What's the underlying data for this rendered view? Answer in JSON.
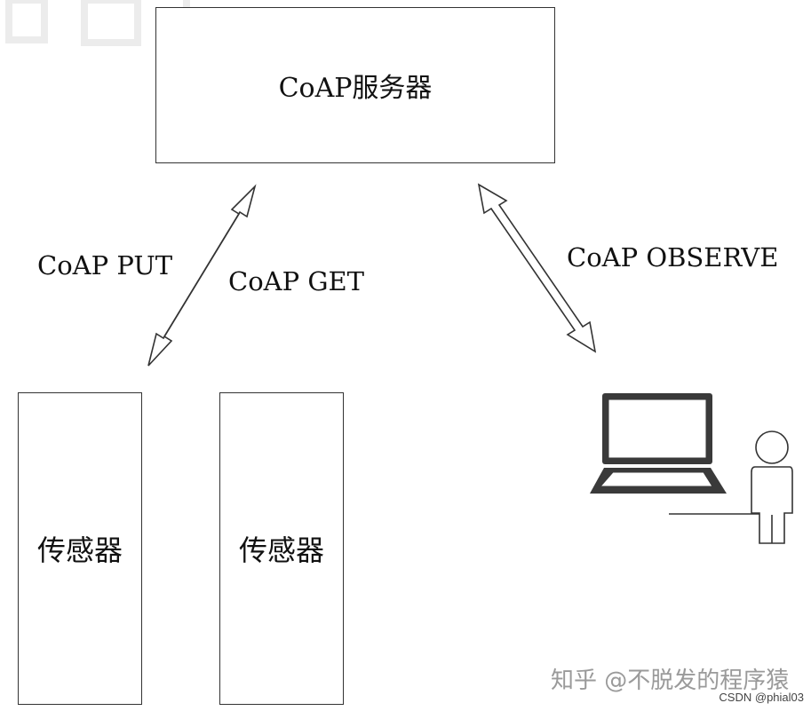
{
  "server": {
    "label": "CoAP服务器"
  },
  "sensors": [
    {
      "label": "传感器"
    },
    {
      "label": "传感器"
    }
  ],
  "connections": {
    "put_label": "CoAP PUT",
    "get_label": "CoAP GET",
    "observe_label": "CoAP OBSERVE"
  },
  "client": {
    "icons": [
      "laptop-icon",
      "person-icon"
    ]
  },
  "watermarks": {
    "zhihu": "知乎 @不脱发的程序猿",
    "csdn": "CSDN @phial03"
  },
  "colors": {
    "stroke": "#333333",
    "laptop": "#3a3a3a",
    "watermark": "#9a9a9a"
  }
}
